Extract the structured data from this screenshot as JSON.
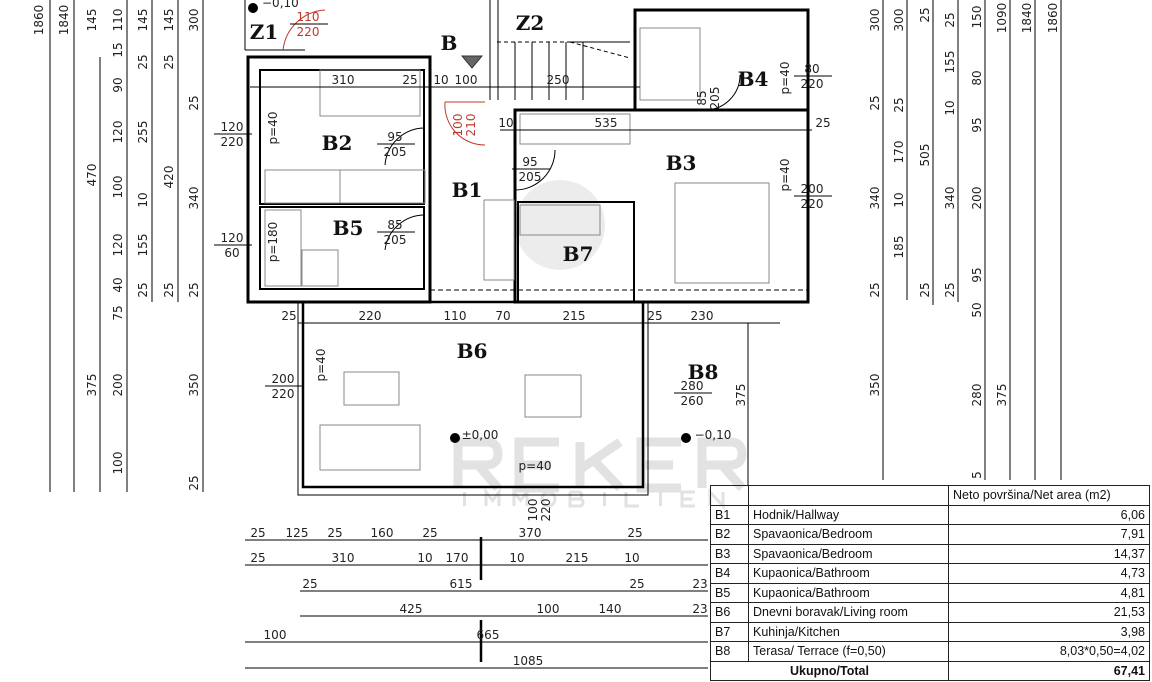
{
  "rooms": {
    "B": "B",
    "Z1": "Z1",
    "Z2": "Z2",
    "B1": "B1",
    "B2": "B2",
    "B3": "B3",
    "B4": "B4",
    "B5": "B5",
    "B6": "B6",
    "B7": "B7",
    "B8": "B8"
  },
  "levels": {
    "z1": "−0,10",
    "b6": "±0,00",
    "b8": "−0,10"
  },
  "logo": "REKER IMMOBILIEN",
  "dimensions": {
    "left": [
      "1860",
      "1840",
      "145",
      "470",
      "375",
      "110",
      "15",
      "90",
      "120",
      "100",
      "120",
      "40",
      "75",
      "200",
      "100",
      "145",
      "25",
      "255",
      "10",
      "155",
      "25",
      "145",
      "25",
      "420",
      "25",
      "300",
      "25",
      "340",
      "25",
      "350",
      "25"
    ],
    "right": [
      "300",
      "25",
      "340",
      "25",
      "350",
      "300",
      "25",
      "170",
      "10",
      "185",
      "25",
      "505",
      "25",
      "25",
      "155",
      "10",
      "340",
      "25",
      "150",
      "80",
      "95",
      "200",
      "95",
      "50",
      "280",
      "5",
      "1090",
      "375",
      "1840",
      "1860"
    ],
    "bottom": [
      "25",
      "125",
      "25",
      "160",
      "25",
      "370",
      "25",
      "25",
      "310",
      "10",
      "170",
      "10",
      "215",
      "10",
      "25",
      "615",
      "25",
      "23",
      "425",
      "100",
      "140",
      "23",
      "100",
      "665",
      "1085"
    ],
    "plan": [
      "310",
      "25",
      "10",
      "100",
      "250",
      "10",
      "535",
      "25",
      "25",
      "220",
      "110",
      "70",
      "215",
      "25",
      "230",
      "375"
    ],
    "openings": [
      {
        "w": "110",
        "h": "220"
      },
      {
        "w": "120",
        "h": "220"
      },
      {
        "w": "120",
        "h": "60"
      },
      {
        "w": "95",
        "h": "205"
      },
      {
        "w": "95",
        "h": "205"
      },
      {
        "w": "85",
        "h": "205"
      },
      {
        "w": "85",
        "h": "205"
      },
      {
        "w": "100",
        "h": "210"
      },
      {
        "w": "80",
        "h": "220"
      },
      {
        "w": "200",
        "h": "220"
      },
      {
        "w": "200",
        "h": "220"
      },
      {
        "w": "280",
        "h": "260"
      },
      {
        "w": "100",
        "h": "220"
      }
    ],
    "parapets": [
      "p=40",
      "p=180",
      "p=40",
      "p=40",
      "p=40",
      "p=40"
    ]
  },
  "table": {
    "header": "Neto površina/Net area (m2)",
    "rows": [
      {
        "code": "B1",
        "name": "Hodnik/Hallway",
        "area": "6,06"
      },
      {
        "code": "B2",
        "name": "Spavaonica/Bedroom",
        "area": "7,91"
      },
      {
        "code": "B3",
        "name": "Spavaonica/Bedroom",
        "area": "14,37"
      },
      {
        "code": "B4",
        "name": "Kupaonica/Bathroom",
        "area": "4,73"
      },
      {
        "code": "B5",
        "name": "Kupaonica/Bathroom",
        "area": "4,81"
      },
      {
        "code": "B6",
        "name": "Dnevni boravak/Living room",
        "area": "21,53"
      },
      {
        "code": "B7",
        "name": "Kuhinja/Kitchen",
        "area": "3,98"
      },
      {
        "code": "B8",
        "name": "Terasa/ Terrace (f=0,50)",
        "area": "8,03*0,50=4,02"
      }
    ],
    "total_label": "Ukupno/Total",
    "total_value": "67,41"
  }
}
